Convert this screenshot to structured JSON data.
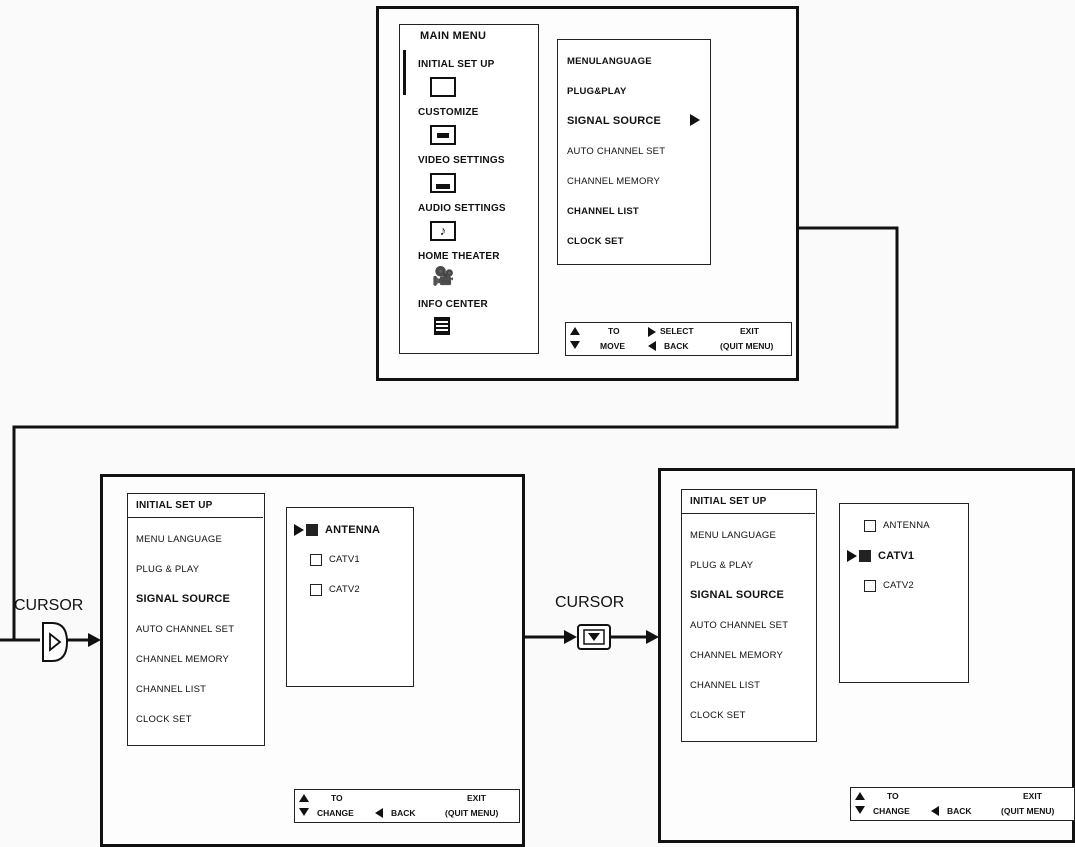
{
  "top_screen": {
    "title": "MAIN MENU",
    "left_items": [
      {
        "label": "INITIAL SET UP",
        "icon": "tv-setup-icon"
      },
      {
        "label": "CUSTOMIZE",
        "icon": "key-icon"
      },
      {
        "label": "VIDEO SETTINGS",
        "icon": "picture-icon"
      },
      {
        "label": "AUDIO SETTINGS",
        "icon": "music-note-icon"
      },
      {
        "label": "HOME THEATER",
        "icon": "camera-icon"
      },
      {
        "label": "INFO CENTER",
        "icon": "info-book-icon"
      }
    ],
    "right_items": [
      "MENULANGUAGE",
      "PLUG&PLAY",
      "SIGNAL SOURCE",
      "AUTO CHANNEL SET",
      "CHANNEL MEMORY",
      "CHANNEL LIST",
      "CLOCK SET"
    ],
    "selected_item": "SIGNAL SOURCE",
    "controls": {
      "to": "TO",
      "move": "MOVE",
      "select": "SELECT",
      "back": "BACK",
      "exit": "EXIT",
      "quit": "(QUIT MENU)"
    }
  },
  "screen_a": {
    "title": "INITIAL SET UP",
    "items": [
      "MENU LANGUAGE",
      "PLUG & PLAY",
      "SIGNAL SOURCE",
      "AUTO CHANNEL SET",
      "CHANNEL MEMORY",
      "CHANNEL LIST",
      "CLOCK SET"
    ],
    "options": [
      "ANTENNA",
      "CATV1",
      "CATV2"
    ],
    "checked": "ANTENNA",
    "controls": {
      "to": "TO",
      "change": "CHANGE",
      "back": "BACK",
      "exit": "EXIT",
      "quit": "(QUIT MENU)"
    }
  },
  "screen_b": {
    "title": "INITIAL SET UP",
    "items": [
      "MENU LANGUAGE",
      "PLUG & PLAY",
      "SIGNAL SOURCE",
      "AUTO CHANNEL SET",
      "CHANNEL MEMORY",
      "CHANNEL LIST",
      "CLOCK SET"
    ],
    "options": [
      "ANTENNA",
      "CATV1",
      "CATV2"
    ],
    "checked": "CATV1",
    "controls": {
      "to": "TO",
      "change": "CHANGE",
      "back": "BACK",
      "exit": "EXIT",
      "quit": "(QUIT MENU)"
    }
  },
  "cursor_right": {
    "label": "CURSOR",
    "icon": "cursor-right-button-icon"
  },
  "cursor_down": {
    "label": "CURSOR",
    "icon": "cursor-down-button-icon"
  }
}
